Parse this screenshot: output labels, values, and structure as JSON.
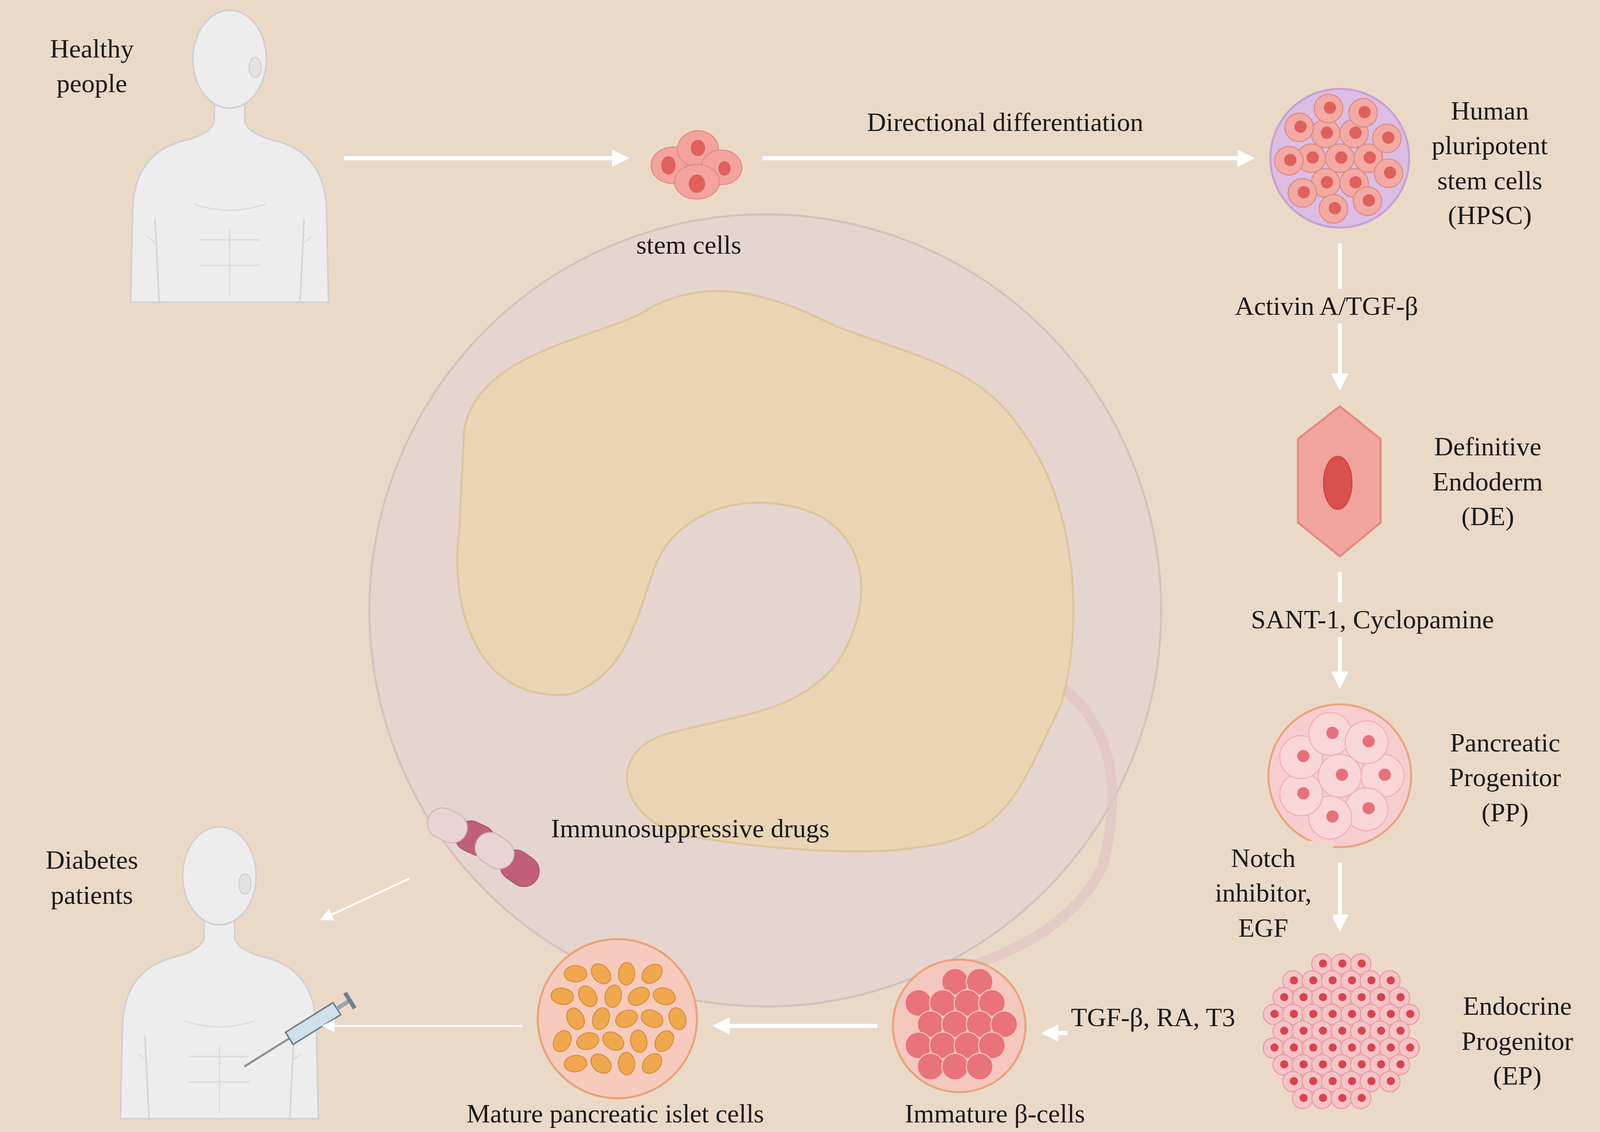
{
  "diagram": {
    "nodes": [
      {
        "text": [
          "Healthy people"
        ]
      },
      {
        "text": [
          "stem cells"
        ]
      },
      {
        "text": [
          "Human pluripotent stem cells (HPSC)"
        ]
      },
      {
        "text": [
          "Definitive Endoderm (DE)"
        ]
      },
      {
        "text": [
          "Pancreatic Progenitor (PP)"
        ]
      },
      {
        "text": [
          "Endocrine Progenitor (EP)"
        ]
      },
      {
        "text": [
          "Immature β-cells"
        ]
      },
      {
        "text": [
          "Mature pancreatic islet cells"
        ]
      },
      {
        "text": [
          "Diabetes patients"
        ]
      },
      {
        "text": [
          "Immunosuppressive drugs"
        ]
      }
    ],
    "edges": [
      {
        "from": 0,
        "to": 1,
        "arrow": "to"
      },
      {
        "from": 1,
        "to": 2,
        "label": "Directional differentiation",
        "arrow": "to"
      },
      {
        "from": 2,
        "to": 3,
        "label": "Activin A/TGF-β",
        "arrow": "to"
      },
      {
        "from": 3,
        "to": 4,
        "label": "SANT-1, Cyclopamine",
        "arrow": "to"
      },
      {
        "from": 4,
        "to": 5,
        "label": "Notch inhibitor, EGF",
        "arrow": "to"
      },
      {
        "from": 5,
        "to": 6,
        "label": "TGF-β, RA, T3",
        "arrow": "to"
      },
      {
        "from": 6,
        "to": 7,
        "arrow": "to"
      },
      {
        "from": 7,
        "to": 8,
        "arrow": "to"
      },
      {
        "from": 9,
        "to": 8,
        "arrow": "to"
      }
    ]
  }
}
